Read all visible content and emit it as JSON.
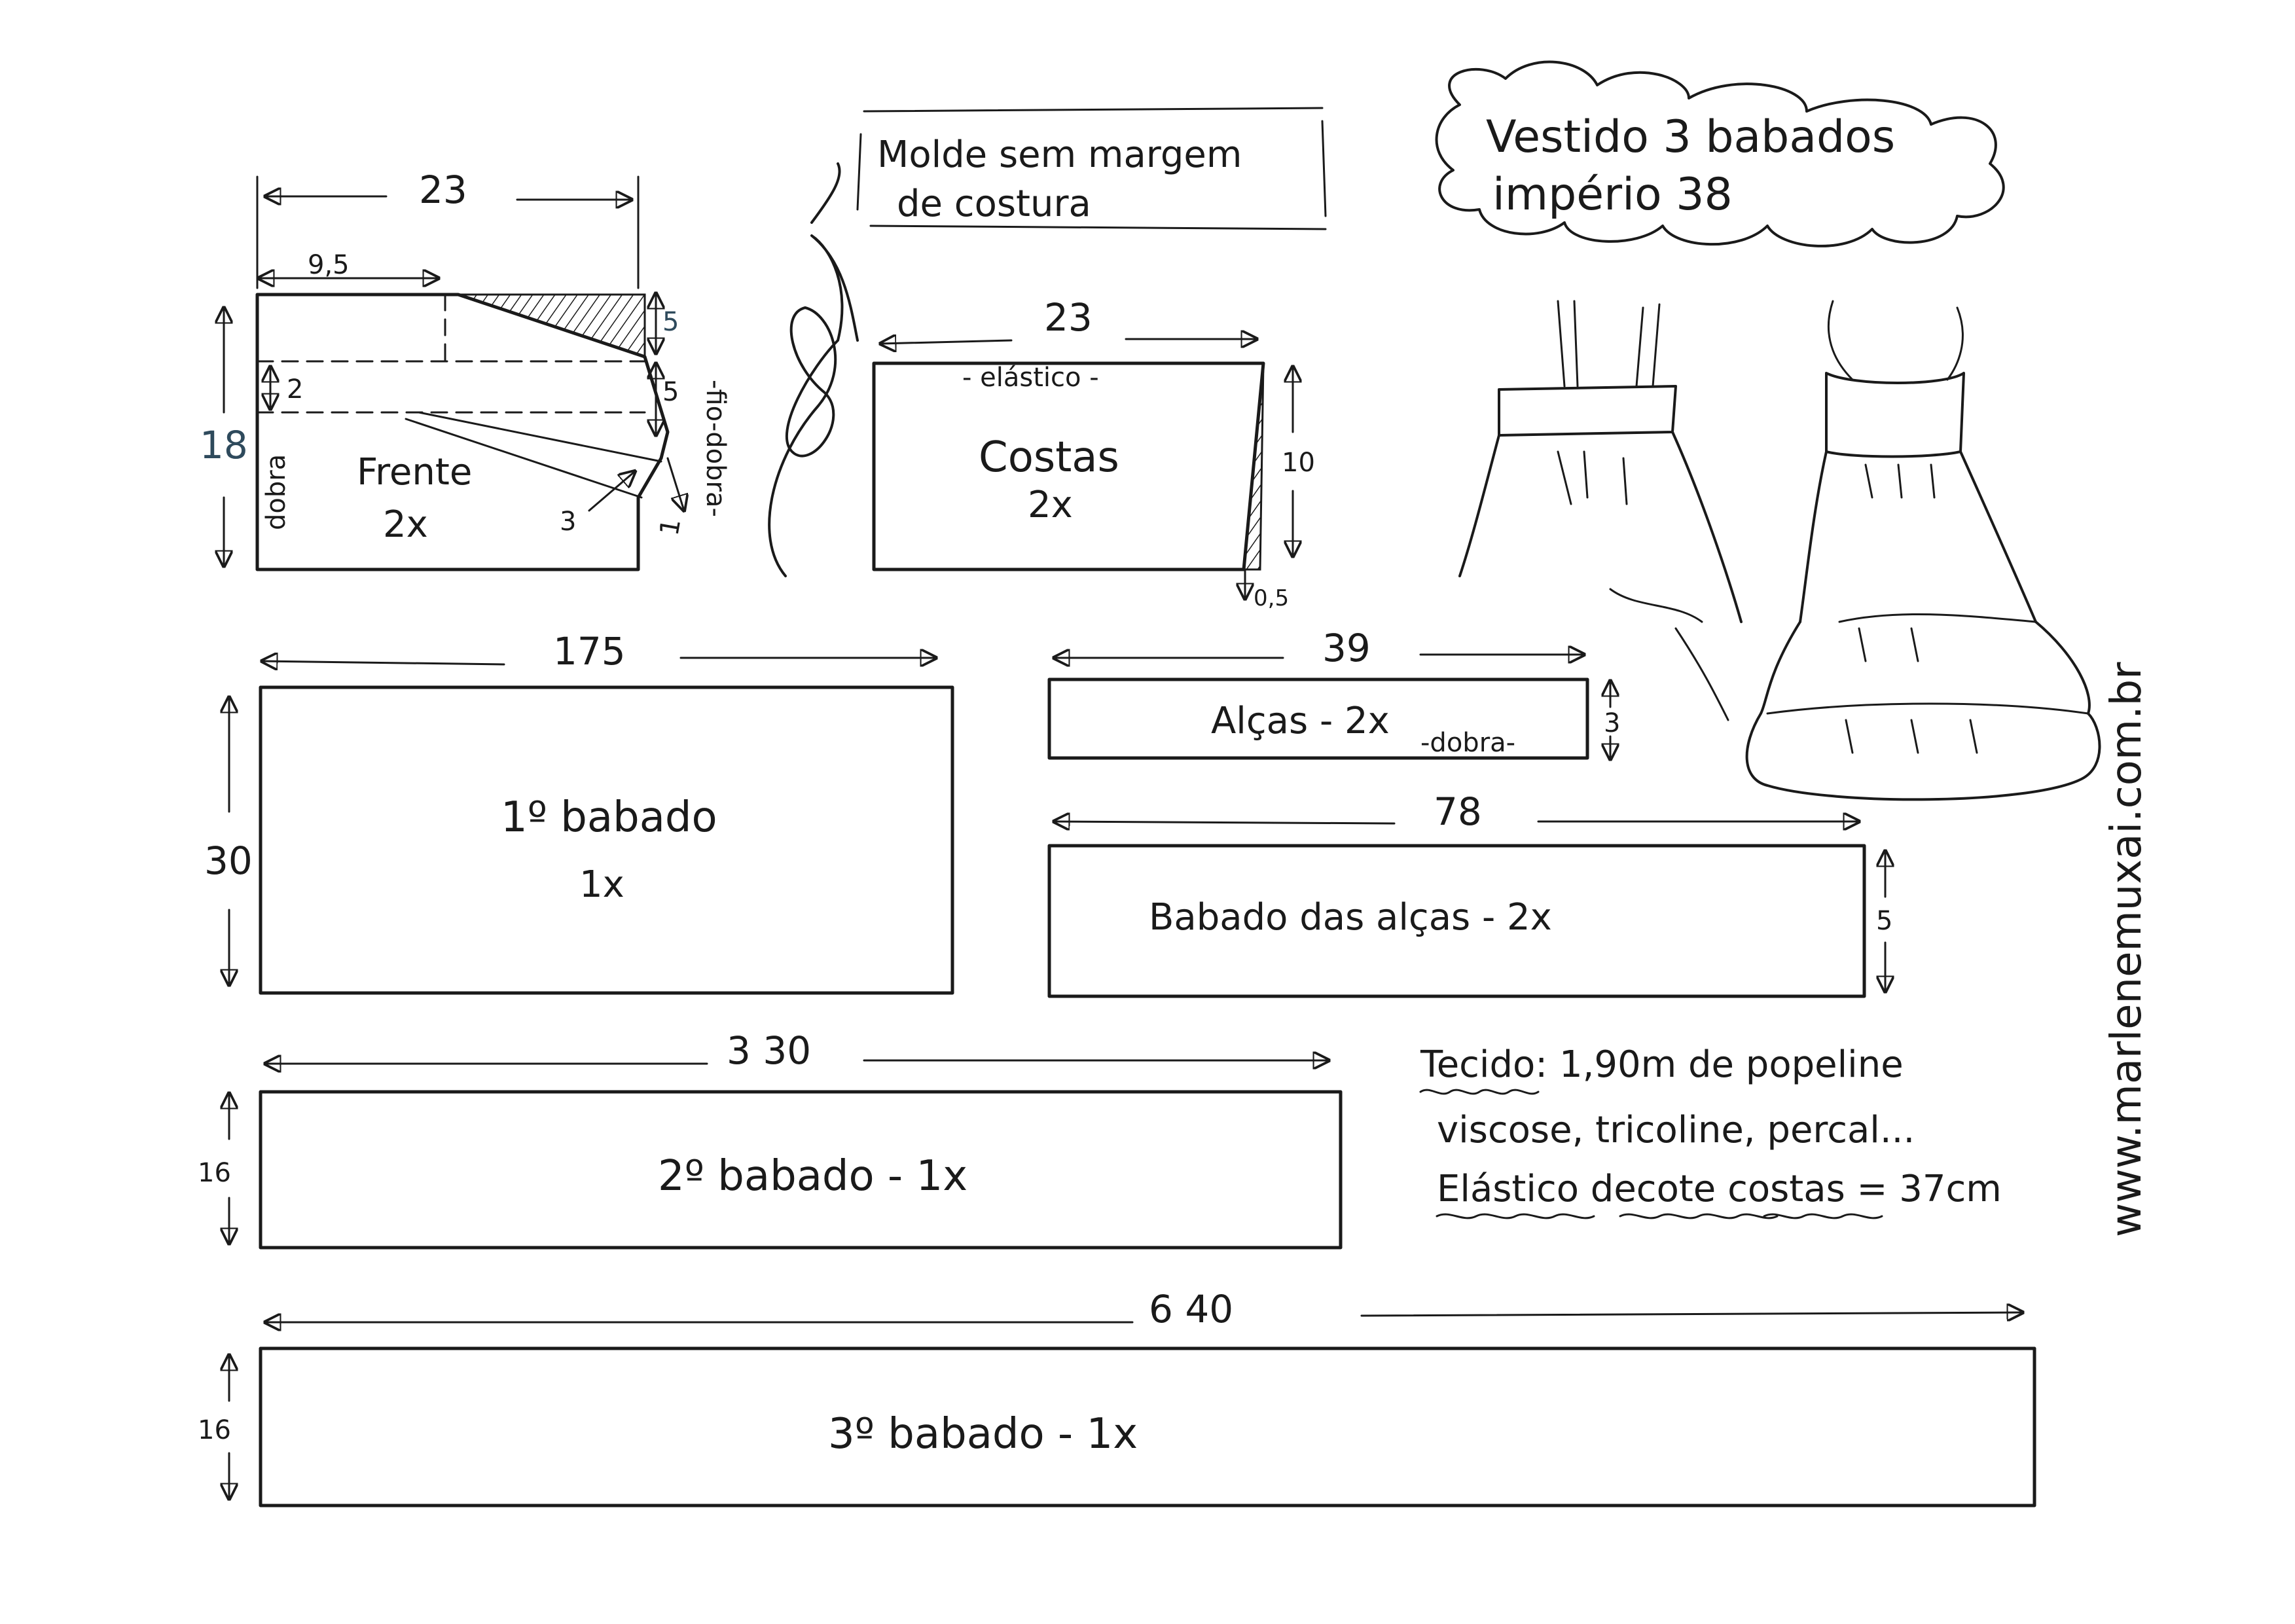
{
  "notes": {
    "seam_allowance_line1": "Molde sem margem",
    "seam_allowance_line2": "de costura",
    "title_line1": "Vestido 3 babados",
    "title_line2": "império 38",
    "website": "www.marlenemuxai.com.br",
    "fabric_line1": "Tecido: 1,90m de popeline",
    "fabric_line2": "viscose, tricoline, percal...",
    "elastic_line": "Elástico decote costas = 37cm"
  },
  "pieces": {
    "frente": {
      "name": "Frente",
      "qty": "2x",
      "fold": "dobra",
      "width": "23",
      "neck": "9,5",
      "height": "18",
      "m_shoulder": "5",
      "m_armhole": "5",
      "m_gap": "2",
      "m_dart": "3",
      "m_side": "1"
    },
    "costas": {
      "name": "Costas",
      "qty": "2x",
      "fold": "-fio-dobra-",
      "elastic": "- elástico -",
      "width": "23",
      "height": "10",
      "hem_offset": "0,5"
    },
    "babado1": {
      "name": "1º babado",
      "qty": "1x",
      "width": "175",
      "height": "30"
    },
    "alcas": {
      "name": "Alças - 2x",
      "fold": "-dobra-",
      "width": "39",
      "height": "3"
    },
    "babado_alcas": {
      "name": "Babado das alças - 2x",
      "width": "78",
      "height": "5"
    },
    "babado2": {
      "name": "2º babado - 1x",
      "width": "3 30",
      "height": "16"
    },
    "babado3": {
      "name": "3º babado - 1x",
      "width": "6 40",
      "height": "16"
    }
  },
  "colors": {
    "ink": "#1a1a1a",
    "measure_blue": "#2e4a5c"
  }
}
